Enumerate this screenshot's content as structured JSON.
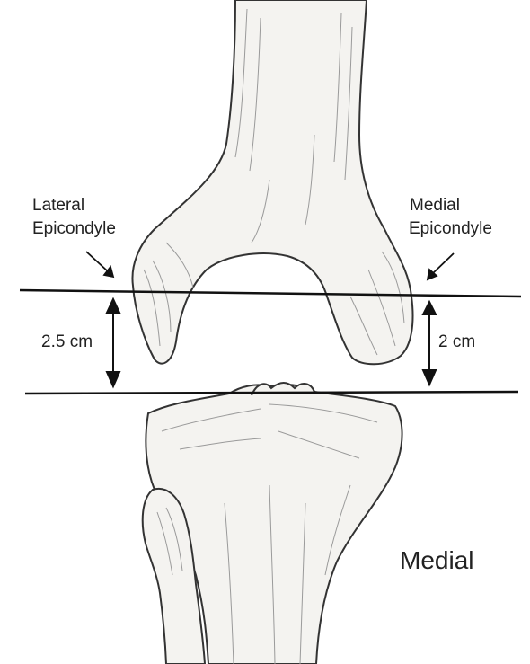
{
  "labels": {
    "lateral_line1": "Lateral",
    "lateral_line2": "Epicondyle",
    "medial_line1": "Medial",
    "medial_line2": "Epicondyle",
    "lateral_measure": "2.5 cm",
    "medial_measure": "2 cm",
    "side": "Medial"
  },
  "colors": {
    "ink": "#222222",
    "bone_fill": "#f4f3f0",
    "shade": "#9a9a9a"
  }
}
